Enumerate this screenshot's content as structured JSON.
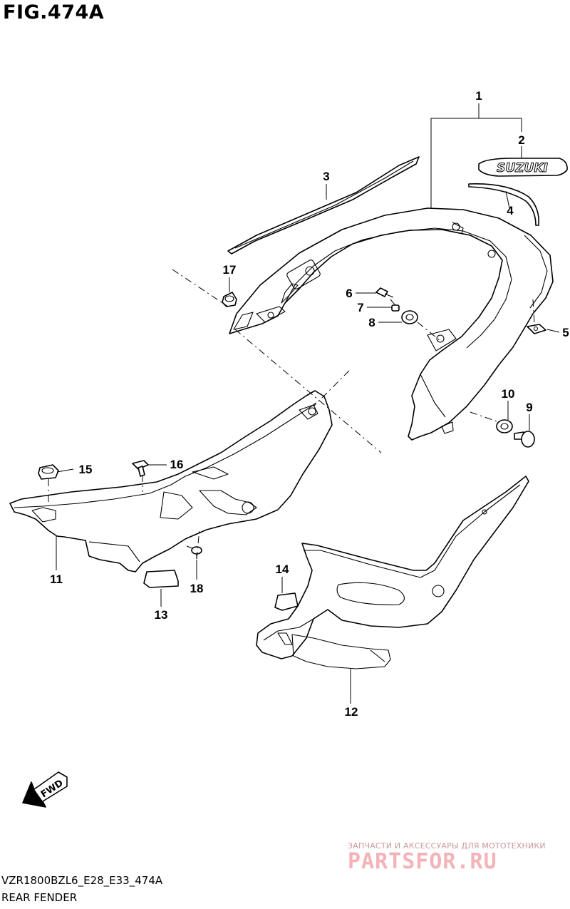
{
  "figure": {
    "title": "FIG.474A",
    "model_code": "VZR1800BZL6_E28_E33_474A",
    "section_name": "REAR FENDER"
  },
  "emblem": {
    "text": "SUZUKI"
  },
  "fwd_arrow": {
    "text": "FWD"
  },
  "watermark": {
    "tagline": "ЗАПЧАСТИ И АКСЕССУАРЫ ДЛЯ МОТОТЕХНИКИ",
    "brand": "PARTSFOR.RU"
  },
  "callouts": [
    {
      "number": "1"
    },
    {
      "number": "2"
    },
    {
      "number": "3"
    },
    {
      "number": "4"
    },
    {
      "number": "5"
    },
    {
      "number": "6"
    },
    {
      "number": "7"
    },
    {
      "number": "8"
    },
    {
      "number": "9"
    },
    {
      "number": "10"
    },
    {
      "number": "11"
    },
    {
      "number": "12"
    },
    {
      "number": "13"
    },
    {
      "number": "14"
    },
    {
      "number": "15"
    },
    {
      "number": "16"
    },
    {
      "number": "17"
    },
    {
      "number": "18"
    }
  ],
  "colors": {
    "line": "#000000",
    "background": "#ffffff",
    "watermark": "#f2b4b8"
  }
}
